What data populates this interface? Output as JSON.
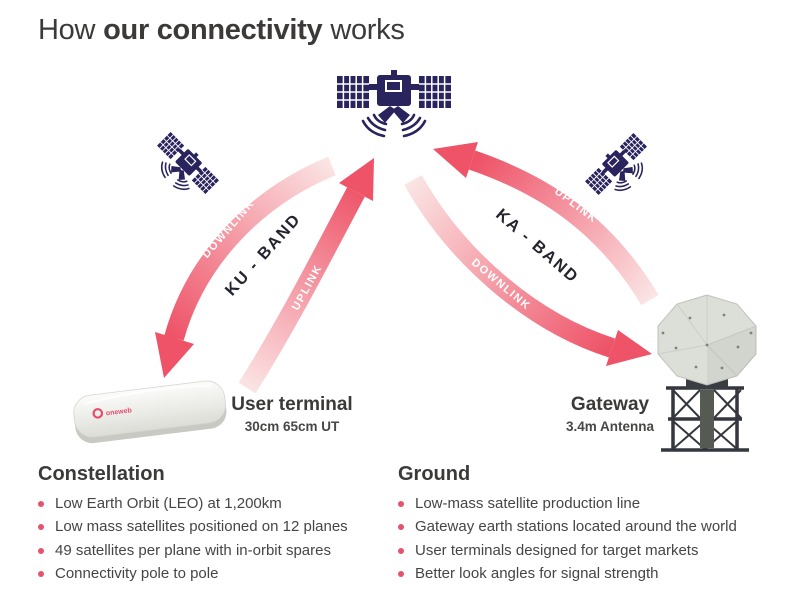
{
  "title": {
    "prefix": "How",
    "bold": "our connectivity",
    "suffix": "works"
  },
  "diagram": {
    "bands": {
      "ku": {
        "name": "KU - BAND",
        "downlink_label": "DOWNLINK",
        "uplink_label": "UPLINK"
      },
      "ka": {
        "name": "KA - BAND",
        "uplink_label": "UPLINK",
        "downlink_label": "DOWNLINK"
      }
    },
    "user_terminal": {
      "label": "User terminal",
      "spec": "30cm 65cm UT",
      "logo": "oneweb"
    },
    "gateway": {
      "label": "Gateway",
      "spec": "3.4m Antenna"
    }
  },
  "sections": {
    "constellation": {
      "heading": "Constellation",
      "items": [
        "Low Earth Orbit (LEO) at 1,200km",
        "Low mass satellites positioned on 12 planes",
        "49 satellites per plane with in-orbit spares",
        "Connectivity pole to pole"
      ]
    },
    "ground": {
      "heading": "Ground",
      "items": [
        "Low-mass satellite production line",
        "Gateway earth stations located around the world",
        "User terminals designed for target markets",
        "Better look angles for signal strength"
      ]
    }
  },
  "colors": {
    "accent_pink": "#ee5368",
    "navy": "#29235e",
    "text": "#3b3a39"
  }
}
